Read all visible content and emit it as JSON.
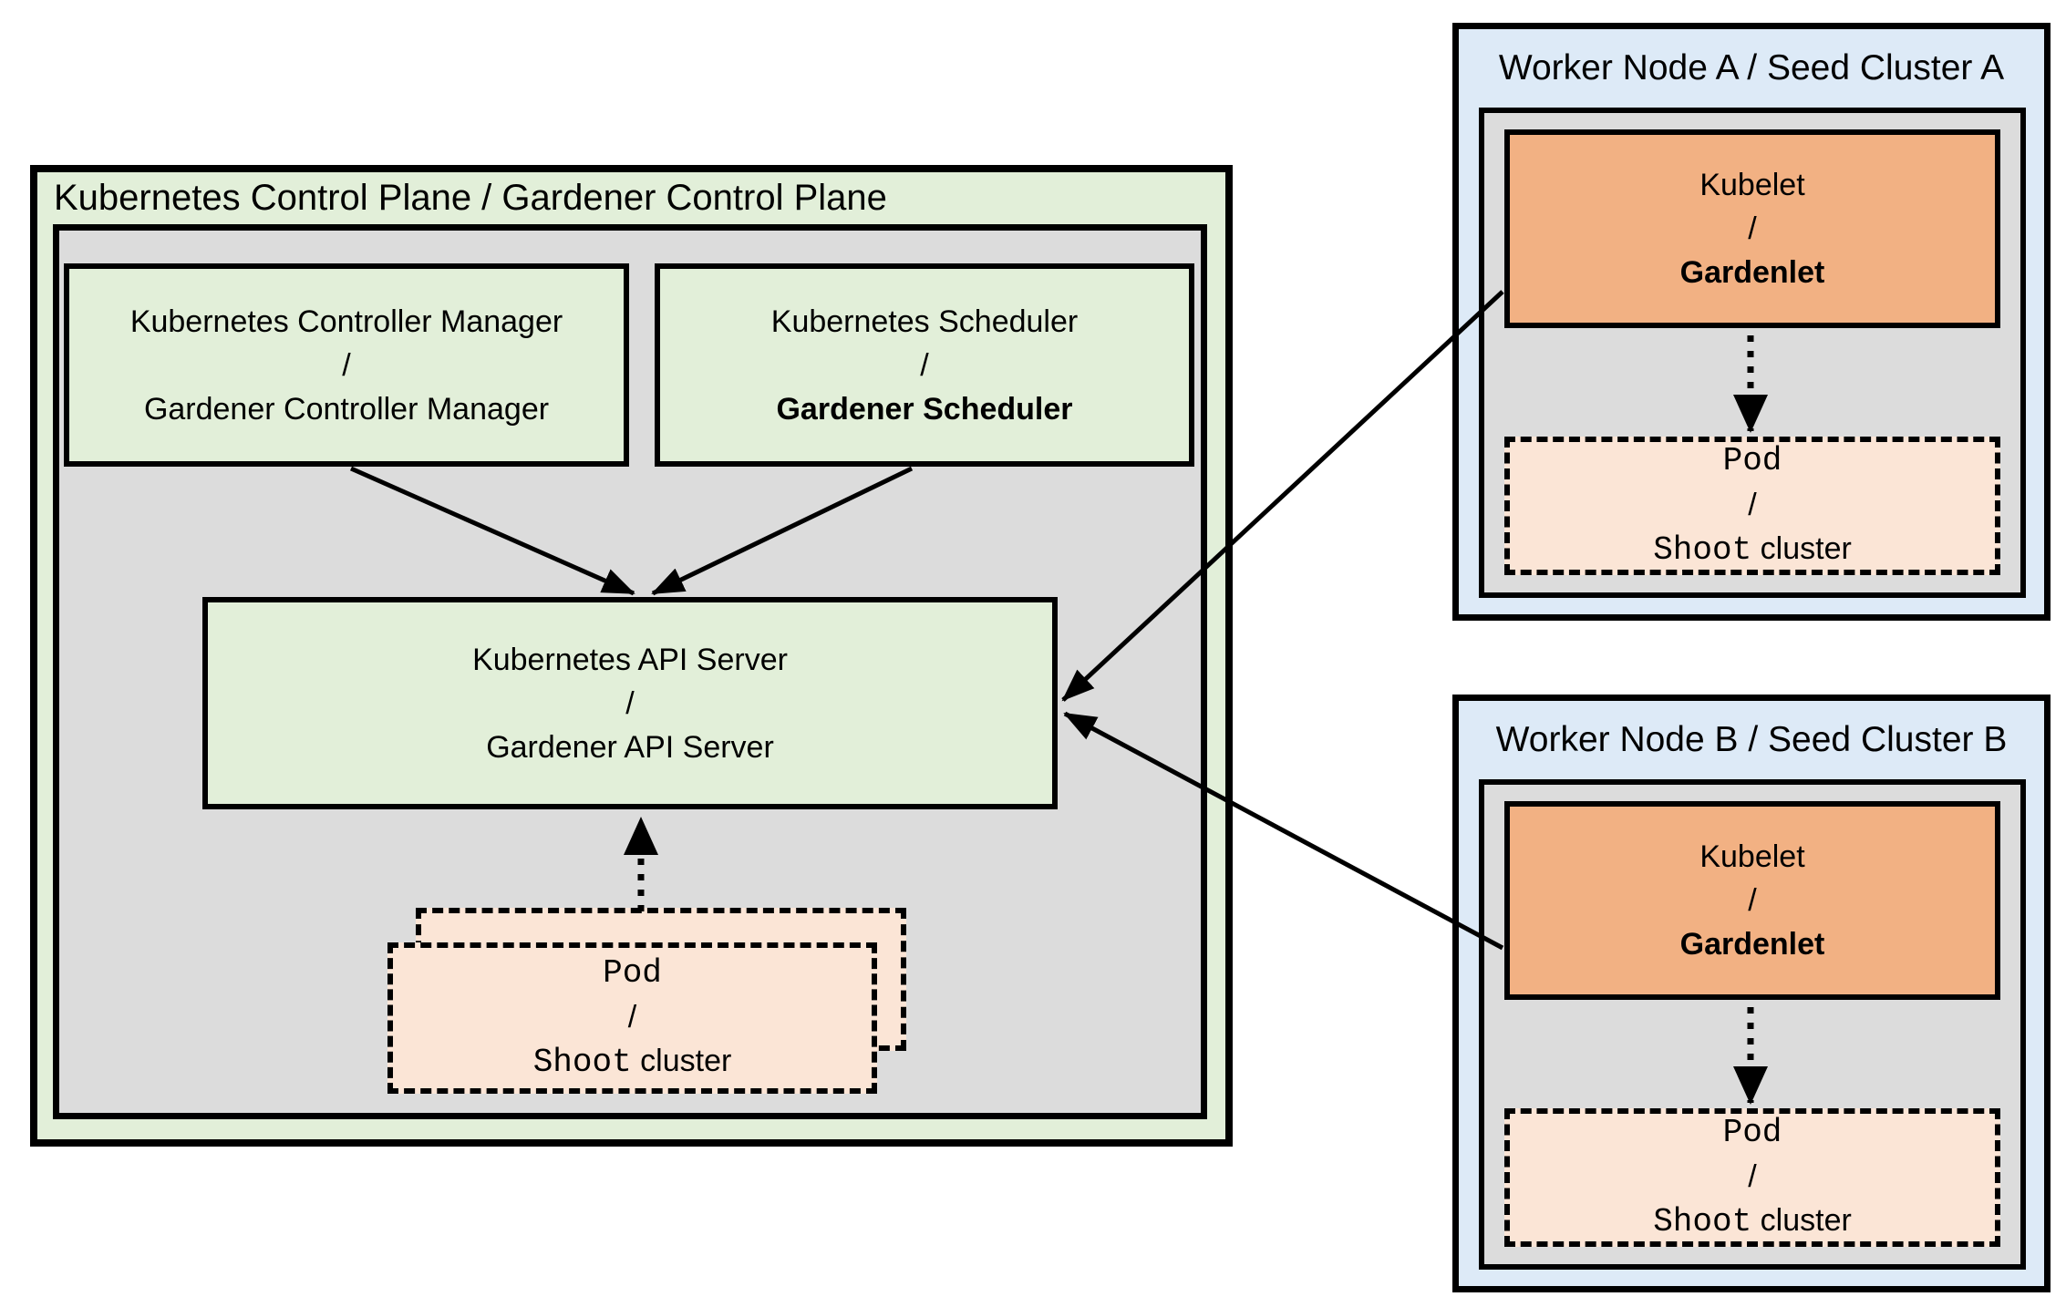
{
  "diagram": {
    "colors": {
      "green_fill": "#E2EFD9",
      "gray_fill": "#DCDCDC",
      "blue_fill": "#DDEAF7",
      "orange_fill": "#F2B183",
      "peach_fill": "#FBE5D6",
      "line": "#000000"
    },
    "control_plane": {
      "title": "Kubernetes Control Plane / Gardener Control Plane",
      "controller_manager": {
        "line1": "Kubernetes Controller Manager",
        "separator": "/",
        "line2": "Gardener Controller Manager"
      },
      "scheduler": {
        "line1": "Kubernetes Scheduler",
        "separator": "/",
        "line2": "Gardener Scheduler"
      },
      "api_server": {
        "line1": "Kubernetes API Server",
        "separator": "/",
        "line2": "Gardener API Server"
      },
      "pod": {
        "line1": "Pod",
        "separator": "/",
        "line2_code": "Shoot",
        "line2_text": "cluster"
      }
    },
    "workers": [
      {
        "title": "Worker Node A / Seed Cluster A",
        "kubelet": {
          "line1": "Kubelet",
          "separator": "/",
          "line2": "Gardenlet"
        },
        "pod": {
          "line1": "Pod",
          "separator": "/",
          "line2_code": "Shoot",
          "line2_text": "cluster"
        }
      },
      {
        "title": "Worker Node B / Seed Cluster B",
        "kubelet": {
          "line1": "Kubelet",
          "separator": "/",
          "line2": "Gardenlet"
        },
        "pod": {
          "line1": "Pod",
          "separator": "/",
          "line2_code": "Shoot",
          "line2_text": "cluster"
        }
      }
    ]
  }
}
